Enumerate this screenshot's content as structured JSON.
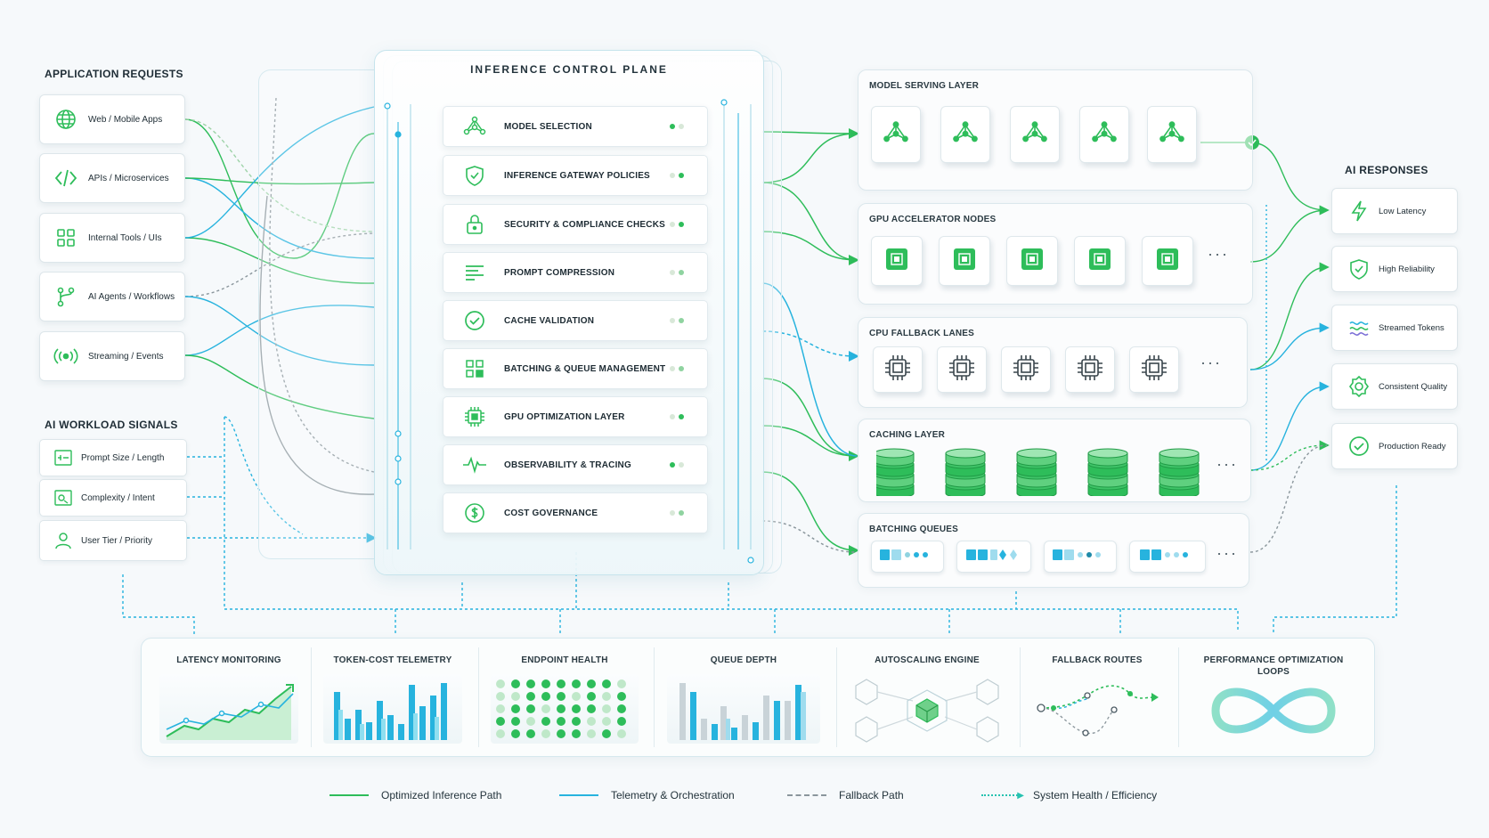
{
  "sections": {
    "app_requests": "APPLICATION REQUESTS",
    "workload_signals": "AI WORKLOAD SIGNALS",
    "ai_responses": "AI RESPONSES"
  },
  "requests": [
    {
      "label": "Web / Mobile Apps",
      "icon": "globe-icon"
    },
    {
      "label": "APIs / Microservices",
      "icon": "code-icon"
    },
    {
      "label": "Internal Tools / UIs",
      "icon": "grid-icon"
    },
    {
      "label": "AI Agents / Workflows",
      "icon": "branch-icon"
    },
    {
      "label": "Streaming / Events",
      "icon": "broadcast-icon"
    }
  ],
  "signals": [
    {
      "label": "Prompt Size / Length",
      "icon": "prompt-icon"
    },
    {
      "label": "Complexity / Intent",
      "icon": "complexity-icon"
    },
    {
      "label": "User Tier / Priority",
      "icon": "user-icon"
    }
  ],
  "control_plane": {
    "title": "INFERENCE CONTROL PLANE",
    "steps": [
      {
        "label": "MODEL SELECTION",
        "icon": "network-icon"
      },
      {
        "label": "INFERENCE GATEWAY POLICIES",
        "icon": "shield-check-icon"
      },
      {
        "label": "SECURITY & COMPLIANCE CHECKS",
        "icon": "lock-icon"
      },
      {
        "label": "PROMPT COMPRESSION",
        "icon": "lines-icon"
      },
      {
        "label": "CACHE VALIDATION",
        "icon": "check-circle-icon"
      },
      {
        "label": "BATCHING & QUEUE MANAGEMENT",
        "icon": "squares-icon"
      },
      {
        "label": "GPU OPTIMIZATION LAYER",
        "icon": "chip-icon"
      },
      {
        "label": "OBSERVABILITY & TRACING",
        "icon": "pulse-icon"
      },
      {
        "label": "COST GOVERNANCE",
        "icon": "dollar-icon"
      }
    ]
  },
  "layers": {
    "model_serving": "MODEL SERVING LAYER",
    "gpu_nodes": "GPU ACCELERATOR NODES",
    "cpu_fallback": "CPU FALLBACK LANES",
    "caching": "CACHING LAYER",
    "batching": "BATCHING QUEUES",
    "ellipsis": "···"
  },
  "responses": [
    {
      "label": "Low Latency",
      "icon": "bolt-icon"
    },
    {
      "label": "High Reliability",
      "icon": "shield-check-icon"
    },
    {
      "label": "Streamed Tokens",
      "icon": "waves-icon"
    },
    {
      "label": "Consistent Quality",
      "icon": "badge-icon"
    },
    {
      "label": "Production Ready",
      "icon": "check-circle-icon"
    }
  ],
  "monitoring": [
    {
      "label": "LATENCY MONITORING"
    },
    {
      "label": "TOKEN-COST TELEMETRY"
    },
    {
      "label": "ENDPOINT HEALTH"
    },
    {
      "label": "QUEUE DEPTH"
    },
    {
      "label": "AUTOSCALING ENGINE"
    },
    {
      "label": "FALLBACK ROUTES"
    },
    {
      "label": "PERFORMANCE OPTIMIZATION LOOPS"
    }
  ],
  "legend": [
    {
      "label": "Optimized Inference Path",
      "color": "#2ebd5a",
      "style": "solid"
    },
    {
      "label": "Telemetry & Orchestration",
      "color": "#27b3de",
      "style": "solid"
    },
    {
      "label": "Fallback Path",
      "color": "#8a969c",
      "style": "dashed"
    },
    {
      "label": "System Health / Efficiency",
      "color": "#26c2b0",
      "style": "dotted-arrow"
    }
  ],
  "colors": {
    "green": "#2ebd5a",
    "cyan": "#27b3de",
    "teal": "#26c2b0",
    "gray": "#8a969c"
  }
}
